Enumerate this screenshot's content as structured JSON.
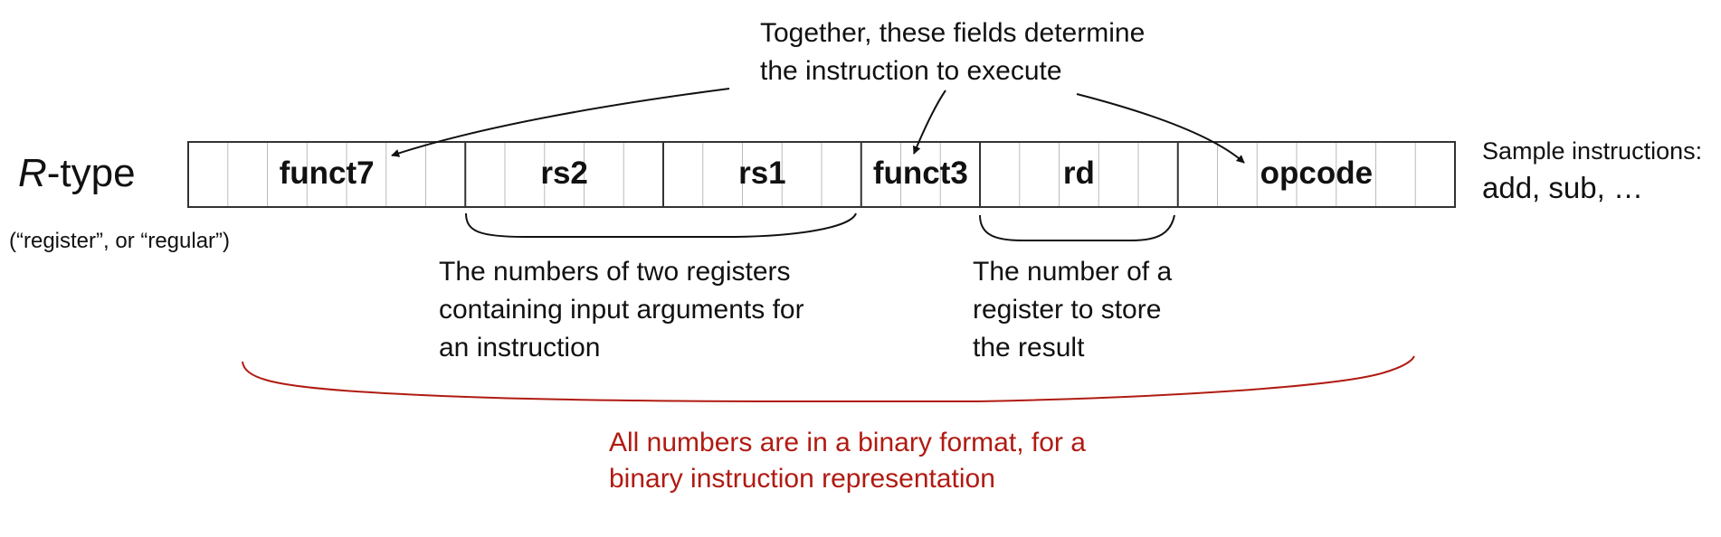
{
  "format": {
    "prefix": "R",
    "suffix": "-type",
    "subtitle": "(“register”, or “regular”)"
  },
  "fields": [
    {
      "name": "funct7",
      "bits": 7
    },
    {
      "name": "rs2",
      "bits": 5
    },
    {
      "name": "rs1",
      "bits": 5
    },
    {
      "name": "funct3",
      "bits": 3
    },
    {
      "name": "rd",
      "bits": 5
    },
    {
      "name": "opcode",
      "bits": 7
    }
  ],
  "annotations": {
    "together": "Together, these fields determine\nthe instruction to execute",
    "inputs": "The numbers of two registers\ncontaining input arguments for\nan instruction",
    "result": "The number of a\nregister to store\nthe result",
    "binary": "All numbers are in a binary format, for a\nbinary instruction representation"
  },
  "samples": {
    "label": "Sample instructions:",
    "values": "add, sub, …"
  },
  "colors": {
    "text": "#111111",
    "outline": "#333333",
    "bit_divider": "#bbbbbb",
    "accent_red": "#b01b12"
  }
}
